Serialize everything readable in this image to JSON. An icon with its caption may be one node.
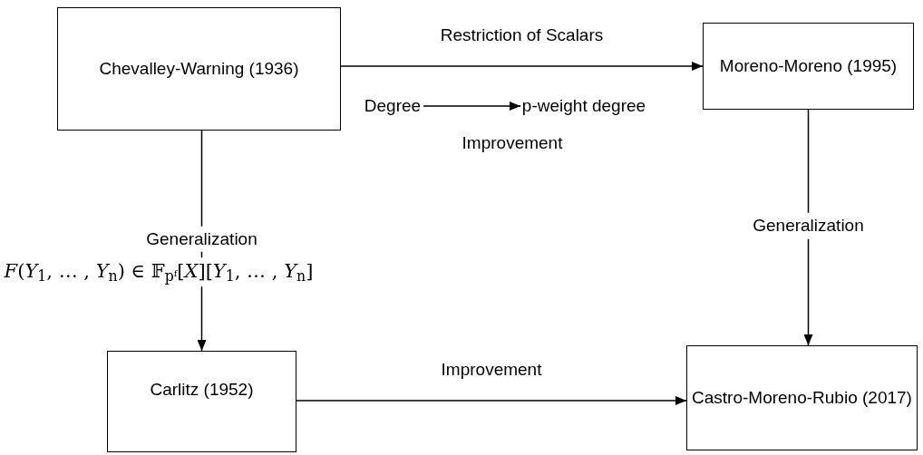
{
  "diagram": {
    "nodes": [
      {
        "text": [
          "Chevalley-Warning (1936)"
        ]
      },
      {
        "text": [
          "Moreno-Moreno (1995)"
        ]
      },
      {
        "text": [
          "Carlitz (1952)"
        ]
      },
      {
        "text": [
          "Castro-Moreno-Rubio (2017)"
        ]
      },
      {
        "text": [
          "Degree"
        ]
      },
      {
        "text": [
          "p-weight degree"
        ]
      }
    ],
    "edges": [
      {
        "from": 0,
        "to": 1,
        "arrow": "to",
        "label": "Restriction of Scalars"
      },
      {
        "from": 4,
        "to": 5,
        "arrow": "to"
      },
      {
        "from": 0,
        "to": 2,
        "arrow": "to",
        "label": "Generalization"
      },
      {
        "from": 1,
        "to": 3,
        "arrow": "to",
        "label": "Generalization"
      },
      {
        "from": 2,
        "to": 3,
        "arrow": "to",
        "label": "Improvement"
      }
    ],
    "labels": [
      "Improvement",
      "*F*(*Y*$_{1}$, … , *Y*$_{n}$) ∈ 𝔽$_{pᶠ}$[*X*][*Y*$_{1}$, … , *Y*$_{n}$]"
    ]
  }
}
